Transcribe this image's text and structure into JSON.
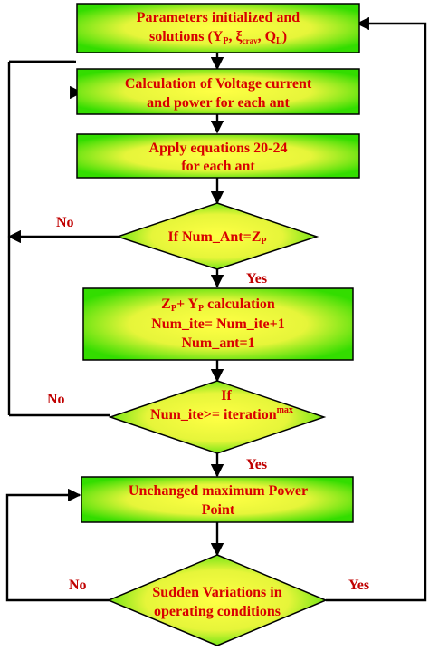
{
  "diagram": {
    "colors": {
      "fill_edge": "#33dd00",
      "fill_center": "#ffff44",
      "text": "#d80000",
      "label": "#c00000",
      "line": "#000000"
    },
    "box1": {
      "line1": "Parameters initialized and",
      "line2_prefix": "solutions (Y",
      "line2_sub1": "P",
      "line2_mid1": ", ξ",
      "line2_sub2": "crav",
      "line2_mid2": ", Q",
      "line2_sub3": "L",
      "line2_suffix": ")"
    },
    "box2": {
      "line1": "Calculation of Voltage current",
      "line2": "and power for each ant"
    },
    "box3": {
      "line1": "Apply equations 20-24",
      "line2": "for each ant"
    },
    "decision1": {
      "prefix": "If Num_Ant=Z",
      "sub": "P"
    },
    "box4": {
      "l1_z": "Z",
      "l1_zsub": "P",
      "l1_plus": "+ Y",
      "l1_ysub": "P",
      "l1_rest": " calculation",
      "line2": "Num_ite= Num_ite+1",
      "line3": "Num_ant=1"
    },
    "decision2": {
      "line1": "If",
      "line2": "Num_ite>= iteration",
      "sup": "max"
    },
    "box5": {
      "line1": "Unchanged maximum Power",
      "line2": "Point"
    },
    "decision3": {
      "line1": "Sudden Variations in",
      "line2": "operating conditions"
    },
    "labels": {
      "no1": "No",
      "yes1": "Yes",
      "no2": "No",
      "yes2": "Yes",
      "no3": "No",
      "yes3": "Yes"
    }
  }
}
